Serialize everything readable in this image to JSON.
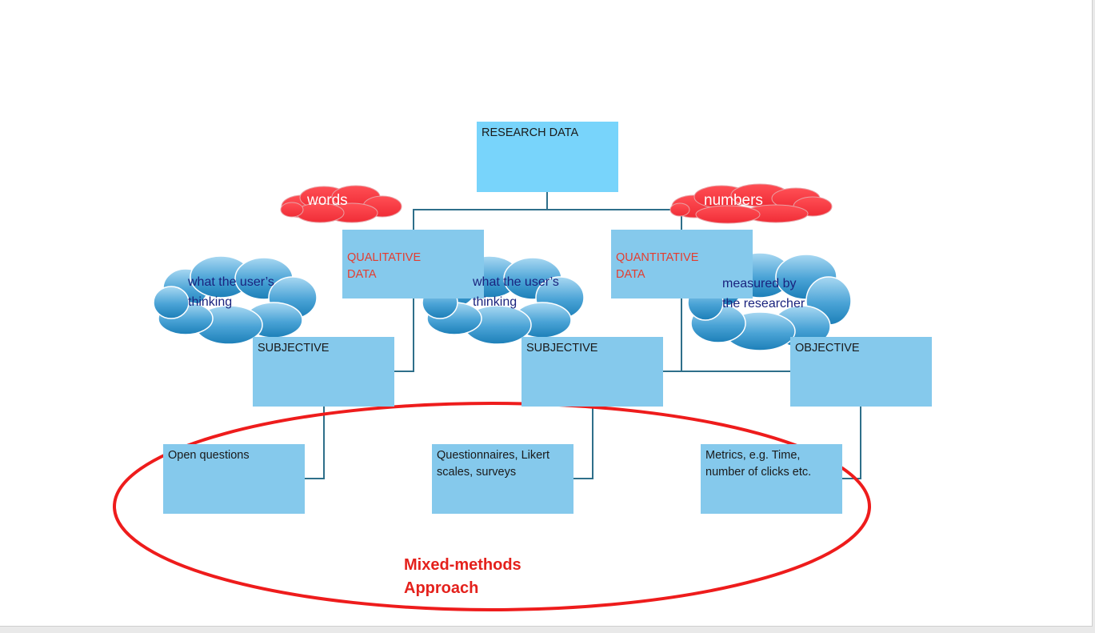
{
  "nodes": {
    "research_data": "RESEARCH DATA",
    "qualitative_data": "QUALITATIVE\nDATA",
    "quantitative_data": "QUANTITATIVE\nDATA",
    "subjective_left": "SUBJECTIVE",
    "subjective_middle": "SUBJECTIVE",
    "objective": "OBJECTIVE",
    "open_questions": "Open questions",
    "questionnaires": "Questionnaires, Likert scales, surveys",
    "metrics": "Metrics, e.g. Time, number of clicks etc."
  },
  "clouds": {
    "words": "words",
    "numbers": "numbers",
    "users_thinking_left": "what the user’s\nthinking",
    "users_thinking_middle": "what the user’s\nthinking",
    "measured_by_researcher": "measured by\nthe researcher"
  },
  "mixed_methods": "Mixed-methods\nApproach",
  "colors": {
    "root_box": "#78d4fb",
    "box": "#85c9ec",
    "connector": "#2e6f8a",
    "red_cloud": "#f5343f",
    "blue_cloud": "#3f9fd4",
    "ellipse": "#ee1c1c",
    "qualitative_text": "#e43d2f"
  }
}
